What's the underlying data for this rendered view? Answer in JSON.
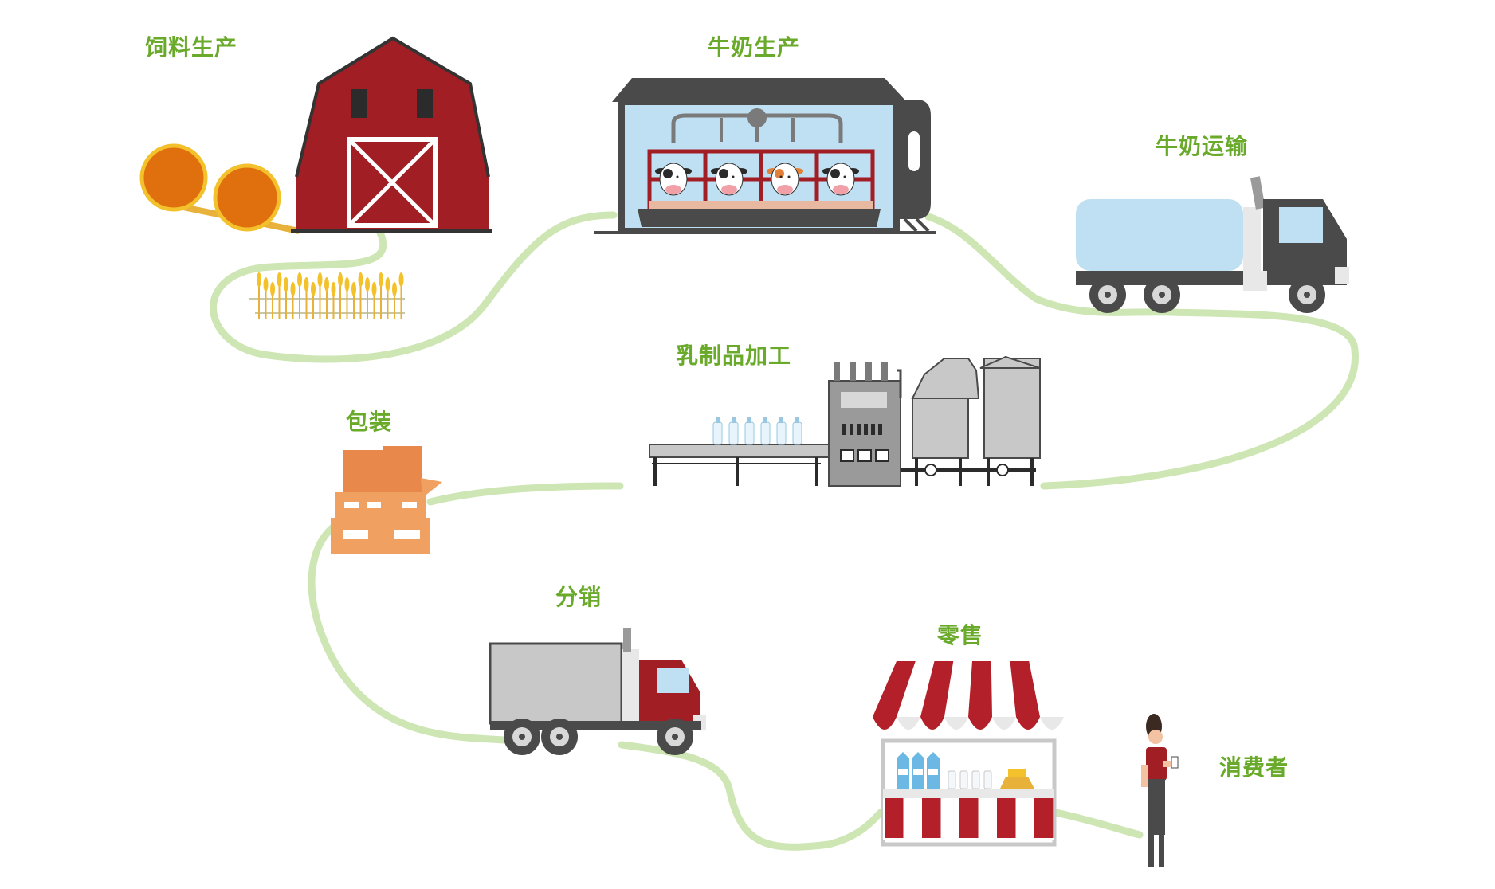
{
  "stages": {
    "feed": "饲料生产",
    "milk_production": "牛奶生产",
    "milk_transport": "牛奶运输",
    "processing": "乳制品加工",
    "packaging": "包装",
    "distribution": "分销",
    "retail": "零售",
    "consumer": "消费者"
  },
  "colors": {
    "label": "#6aaa2a",
    "path": "#cde6b4",
    "barn": "#a01e24",
    "hay": "#e0700e",
    "tanker_tank": "#bfe0f2",
    "dark_truck": "#4a4a4a",
    "box": "#f0a060",
    "cow_shed_glass": "#bfe0f2",
    "processing_metal": "#c8c8c8",
    "awning_red": "#b3202a"
  },
  "icons": [
    "barn-icon",
    "hay-bale-icon",
    "wheat-icon",
    "cow-shed-icon",
    "cow-icon",
    "tanker-truck-icon",
    "processing-line-icon",
    "milk-bottle-icon",
    "boxes-icon",
    "delivery-truck-icon",
    "market-stall-icon",
    "woman-icon"
  ]
}
